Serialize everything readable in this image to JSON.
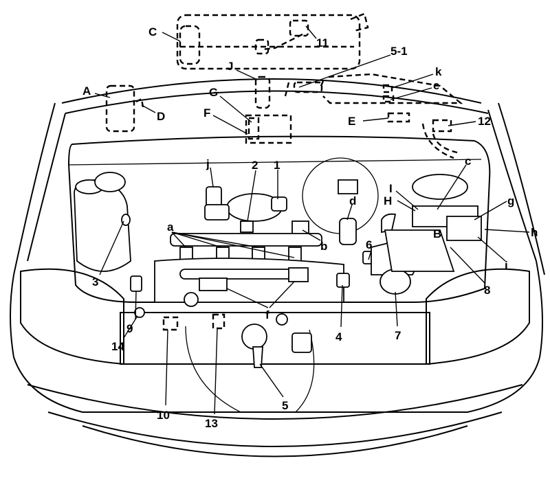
{
  "diagram": {
    "title": "Engine compartment component locations",
    "labels": {
      "A": "A",
      "B": "B",
      "C": "C",
      "D": "D",
      "E": "E",
      "F": "F",
      "G": "G",
      "H": "H",
      "I": "I",
      "J": "J",
      "a": "a",
      "b": "b",
      "c": "c",
      "d": "d",
      "e": "e",
      "f": "f",
      "g": "g",
      "h": "h",
      "i": "i",
      "j": "j",
      "k": "k",
      "n1": "1",
      "n2": "2",
      "n3": "3",
      "n4": "4",
      "n5": "5",
      "n5_1": "5-1",
      "n6": "6",
      "n7": "7",
      "n8": "8",
      "n9": "9",
      "n10": "10",
      "n11": "11",
      "n12": "12",
      "n13": "13",
      "n14": "14"
    }
  }
}
